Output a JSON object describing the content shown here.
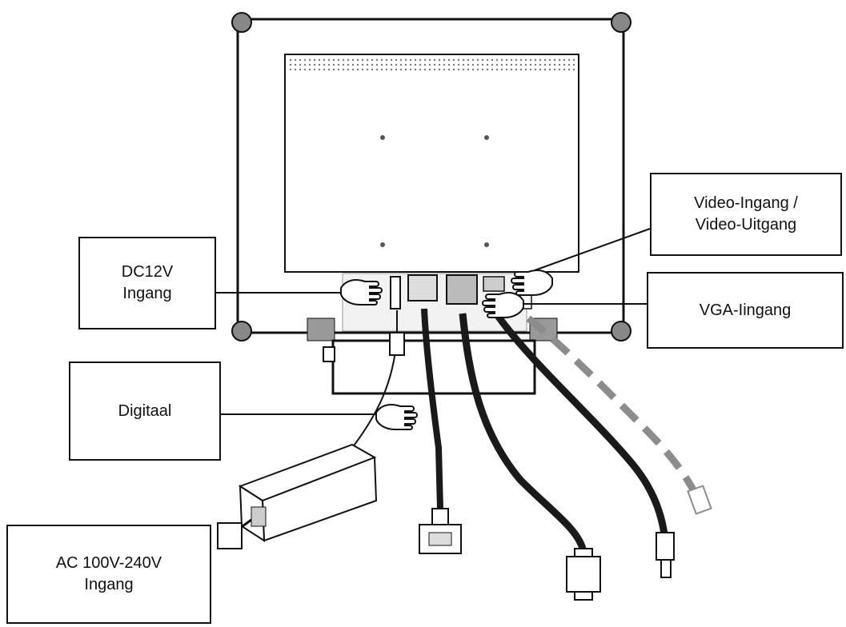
{
  "labels": {
    "video": {
      "line1": "Video-Ingang /",
      "line2": "Video-Uitgang"
    },
    "dc": {
      "line1": "DC12V",
      "line2": "Ingang"
    },
    "vga": {
      "text": "VGA-Iingang"
    },
    "digital": {
      "text": "Digitaal"
    },
    "ac": {
      "line1": "AC 100V-240V",
      "line2": "Ingang"
    }
  },
  "colors": {
    "line": "#111111",
    "cable": "#1a1a1a",
    "video_cable": "#8c8c8c",
    "grille": "#9a9a9a"
  },
  "icons": [
    "pointing-hand-icon",
    "power-adapter-icon",
    "dvi-connector-icon",
    "vga-connector-icon",
    "video-connector-icon"
  ]
}
